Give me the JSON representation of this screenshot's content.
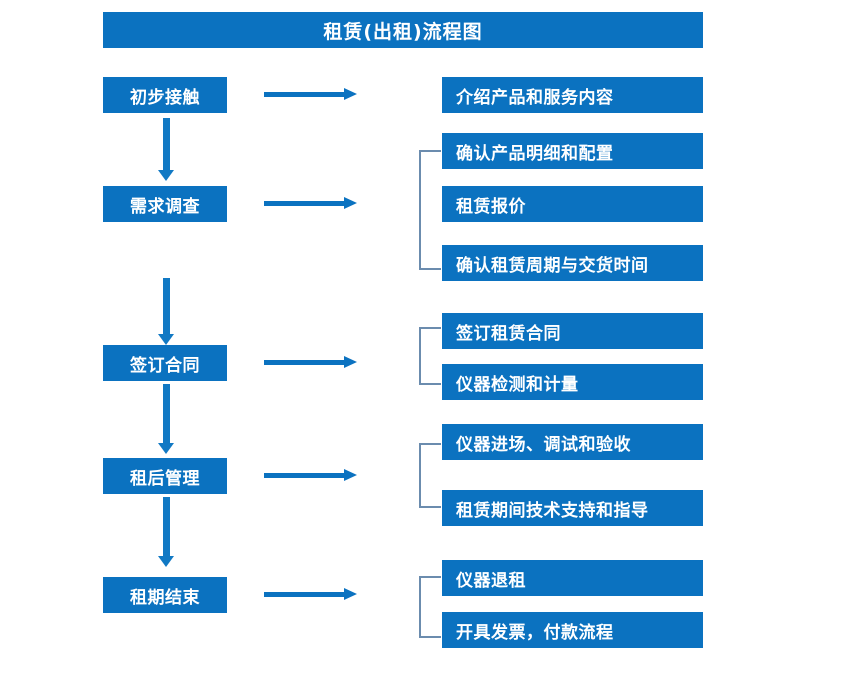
{
  "header": {
    "title": "租赁(出租)流程图"
  },
  "colors": {
    "box_blue": "#0B72C0",
    "arrow_blue": "#1179C4",
    "bracket_gray_blue": "#6B8CAE",
    "text_white": "#FFFFFF",
    "background": "#FFFFFF"
  },
  "flow": {
    "stages": [
      {
        "label": "初步接触",
        "details": [
          "介绍产品和服务内容"
        ],
        "has_bracket": false,
        "arrow_to_details": "right-arrow-icon",
        "arrow_to_next": "down-arrow-icon"
      },
      {
        "label": "需求调查",
        "details": [
          "确认产品明细和配置",
          "租赁报价",
          "确认租赁周期与交货时间"
        ],
        "has_bracket": true,
        "arrow_to_details": "right-arrow-icon",
        "arrow_to_next": "down-arrow-icon"
      },
      {
        "label": "签订合同",
        "details": [
          "签订租赁合同",
          "仪器检测和计量"
        ],
        "has_bracket": true,
        "arrow_to_details": "right-arrow-icon",
        "arrow_to_next": "down-arrow-icon"
      },
      {
        "label": "租后管理",
        "details": [
          "仪器进场、调试和验收",
          "租赁期间技术支持和指导"
        ],
        "has_bracket": true,
        "arrow_to_details": "right-arrow-icon",
        "arrow_to_next": "down-arrow-icon"
      },
      {
        "label": "租期结束",
        "details": [
          "仪器退租",
          "开具发票，付款流程"
        ],
        "has_bracket": true,
        "arrow_to_details": "right-arrow-icon",
        "arrow_to_next": null
      }
    ]
  }
}
